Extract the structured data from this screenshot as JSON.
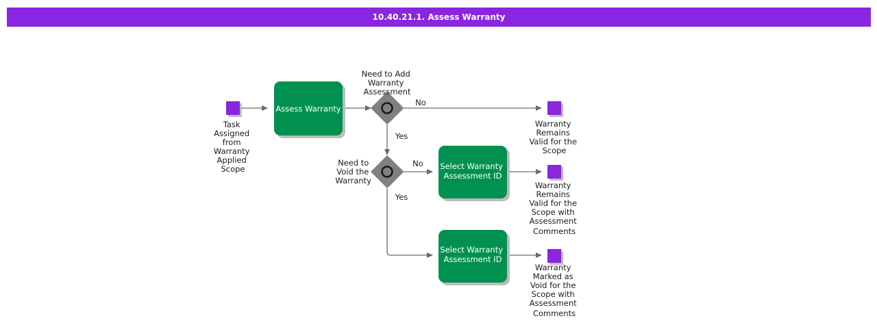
{
  "header": {
    "title": "10.40.21.1. Assess Warranty",
    "background_color": "#8A25E0",
    "text_color": "#ffffff"
  },
  "colors": {
    "start_end_node": "#8A25E0",
    "task_fill": "#009150",
    "task_text": "#ffffff",
    "gateway_fill": "#808080",
    "gateway_stroke": "#1a1a1a",
    "connector": "#6b6b6b",
    "label_text": "#1a1a1a",
    "shadow": "#bdbdbd"
  },
  "diagram": {
    "type": "bpmn-flowchart",
    "start_events": [
      {
        "id": "start-task-assigned",
        "label": "Task\nAssigned\nfrom\nWarranty\nApplied\nScope",
        "label_lines": [
          "Task",
          "Assigned",
          "from",
          "Warranty",
          "Applied",
          "Scope"
        ]
      }
    ],
    "tasks": [
      {
        "id": "task-assess-warranty",
        "label_lines": [
          "Assess Warranty"
        ]
      },
      {
        "id": "task-select-warranty-assessment-id-1",
        "label_lines": [
          "Select Warranty",
          "Assessment ID"
        ]
      },
      {
        "id": "task-select-warranty-assessment-id-2",
        "label_lines": [
          "Select Warranty",
          "Assessment ID"
        ]
      }
    ],
    "gateways": [
      {
        "id": "gateway-need-to-add-warranty-assessment",
        "label_lines": [
          "Need to Add",
          "Warranty",
          "Assessment"
        ]
      },
      {
        "id": "gateway-need-to-void-the-warranty",
        "label_lines": [
          "Need to",
          "Void the",
          "Warranty"
        ]
      }
    ],
    "end_events": [
      {
        "id": "end-warranty-remains-valid",
        "label_lines": [
          "Warranty",
          "Remains",
          "Valid for the",
          "Scope"
        ]
      },
      {
        "id": "end-warranty-remains-valid-with-comments",
        "label_lines": [
          "Warranty",
          "Remains",
          "Valid for the",
          "Scope with",
          "Assessment",
          "Comments"
        ]
      },
      {
        "id": "end-warranty-marked-void-with-comments",
        "label_lines": [
          "Warranty",
          "Marked as",
          "Void for the",
          "Scope with",
          "Assessment",
          "Comments"
        ]
      }
    ],
    "edge_labels": {
      "gateway1_no": "No",
      "gateway1_yes": "Yes",
      "gateway2_no": "No",
      "gateway2_yes": "Yes"
    }
  }
}
